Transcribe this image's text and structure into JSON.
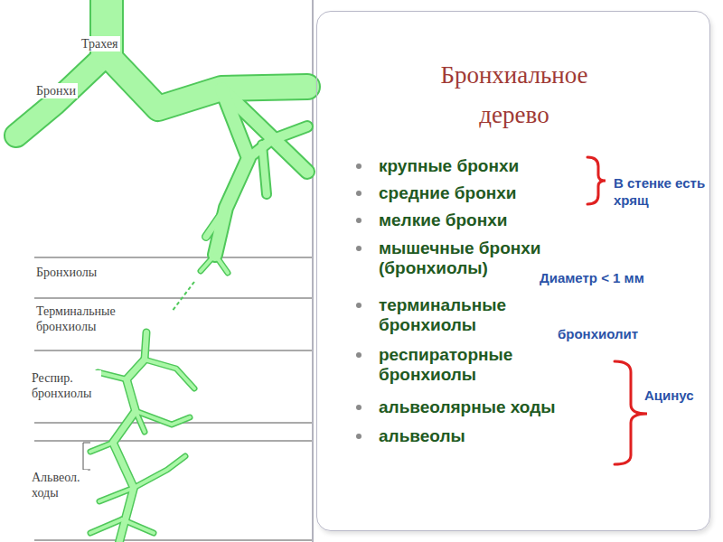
{
  "diagram": {
    "nodes": [
      {
        "text": [
          "Бронхиальное дерево",
          "крупные бронхи",
          "средние бронхи",
          "мелкие бронхи",
          "мышечные бронхи (бронхиолы)",
          "терминальные бронхиолы",
          "респираторные бронхиолы",
          "альвеолярные ходы",
          "альвеолы"
        ]
      }
    ],
    "labels": [
      "Трахея",
      "Бронхи",
      "Бронхиолы",
      "Терминальные бронхиолы",
      "Респир. бронхиолы",
      "Альвеол. ходы",
      "В стенке есть хрящ",
      "Диаметр < 1 мм",
      "бронхиолит",
      "Ацинус"
    ]
  }
}
